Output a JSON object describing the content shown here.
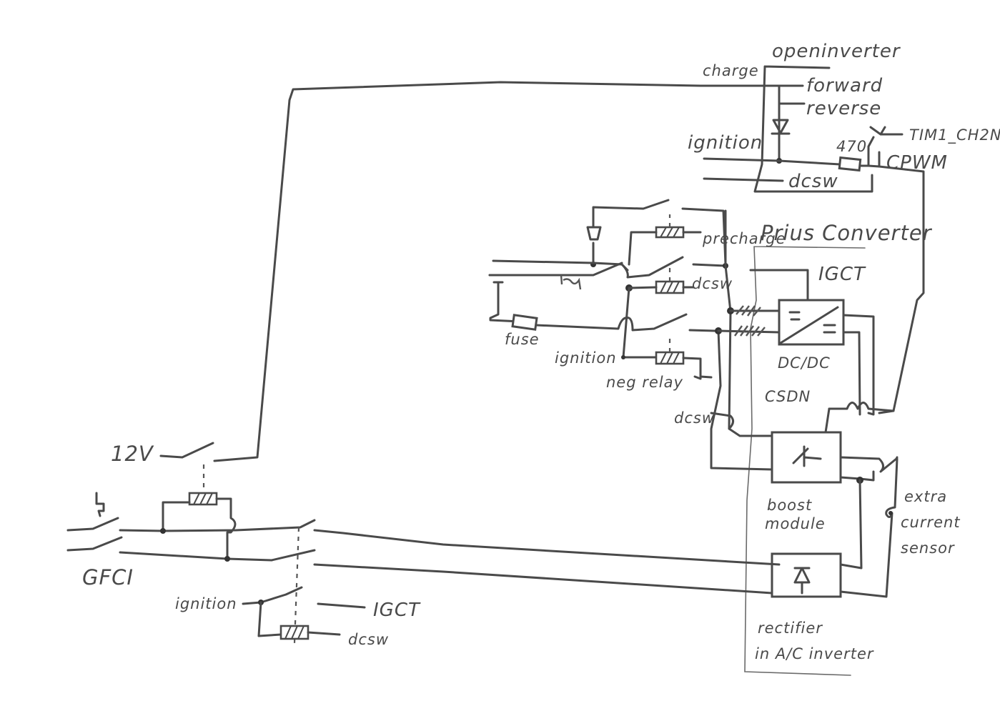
{
  "diagram": {
    "title": "Hand-drawn wiring schematic: openinverter charging with Prius converter",
    "blocks": {
      "openinverter": {
        "title": "openinverter",
        "pins": [
          "charge",
          "forward",
          "reverse",
          "ignition",
          "dcsw"
        ],
        "resistor": "470",
        "transistor_label": "TIM1_CH2N",
        "output": "CPWM"
      },
      "prius_converter": {
        "title": "Prius Converter",
        "igct": "IGCT",
        "dcdc": "DC/DC",
        "csdn": "CSDN"
      },
      "boost": {
        "label_line1": "boost",
        "label_line2": "module"
      },
      "rectifier": {
        "label_line1": "rectifier",
        "label_line2": "in A/C inverter"
      },
      "current_sensor": {
        "line1": "extra",
        "line2": "current",
        "line3": "sensor"
      }
    },
    "relays": {
      "precharge": "precharge",
      "dcsw": "dcsw",
      "neg_relay": "neg relay",
      "ignition": "ignition",
      "fuse": "fuse",
      "dcsw_mid": "dcsw"
    },
    "mains": {
      "v12": "12V",
      "gfci": "GFCI",
      "ignition": "ignition",
      "igct": "IGCT",
      "dcsw": "dcsw"
    }
  }
}
